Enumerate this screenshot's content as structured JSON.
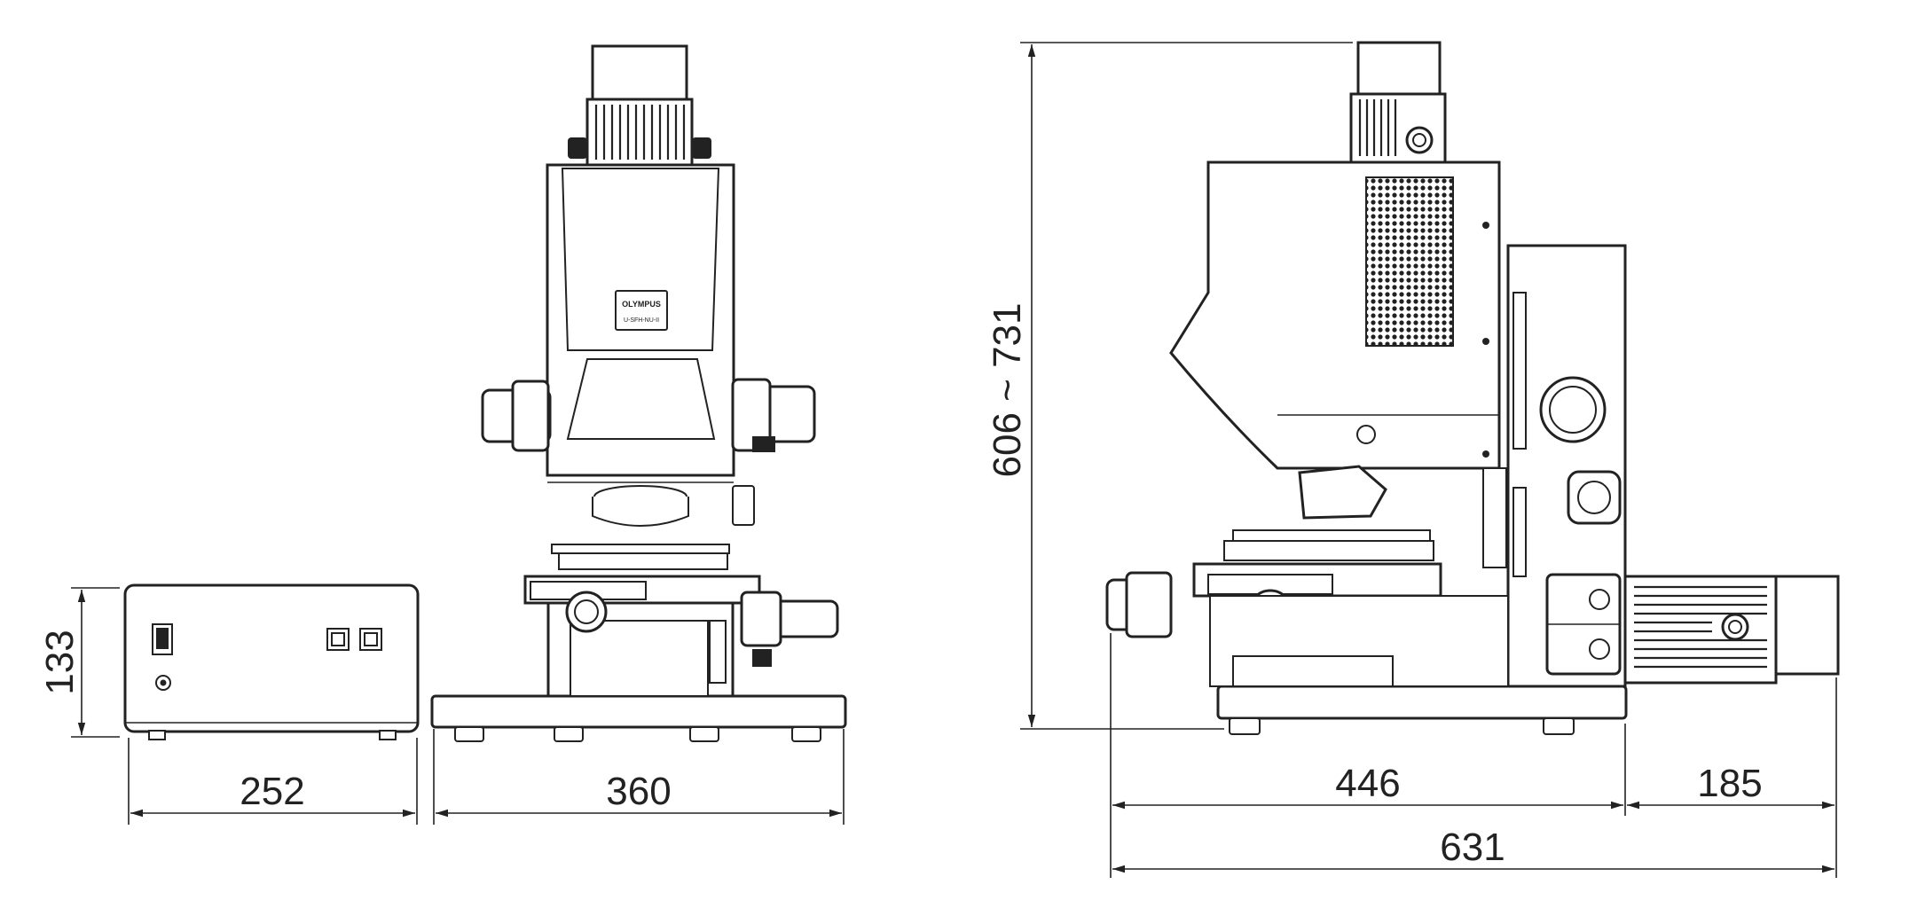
{
  "dimensions": {
    "controller_height": "133",
    "controller_width": "252",
    "front_width": "360",
    "side_height": "606 ~ 731",
    "side_base_depth": "446",
    "side_lamp_depth": "185",
    "side_total_depth": "631"
  },
  "labels": {
    "brand": "OLYMPUS",
    "model": "U-SFH-NU-II"
  },
  "colors": {
    "line": "#222222",
    "background": "#ffffff"
  }
}
